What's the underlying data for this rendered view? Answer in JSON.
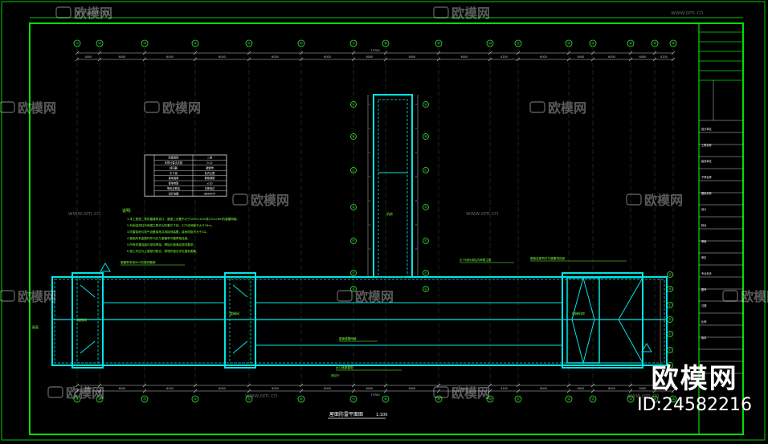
{
  "drawing": {
    "title": "屋面防雷平面图",
    "scale": "1:100",
    "overall_dim": "73700",
    "top_dims": [
      "4000",
      "6000",
      "6000",
      "6000",
      "6000",
      "6000",
      "6000",
      "6000",
      "6000",
      "4200",
      "6000",
      "6000",
      "6000",
      "6000",
      "4200"
    ],
    "grid_axes": [
      "①",
      "②",
      "③",
      "④",
      "⑤",
      "⑥",
      "⑦",
      "⑧",
      "⑨",
      "⑩",
      "⑪",
      "⑫",
      "⑬",
      "⑭",
      "⑮",
      "⑯"
    ],
    "row_axes": [
      "Ⓐ",
      "Ⓑ",
      "Ⓒ",
      "Ⓓ",
      "Ⓔ",
      "Ⓕ",
      "Ⓖ"
    ],
    "notes_heading": "说明:",
    "notes": [
      "1.本工程按二类防雷建筑设计，屋面上设置不大于10m×10m或12m×8m的避雷网格。",
      "2.利用结构柱内两根主筋作为防雷引下线，引下线间距不大于18m。",
      "3.防雷接地与电气设备接地共用接地装置，接地电阻不大于1Ω。",
      "4.屋面所有金属构件均应与避雷带可靠焊接连接。",
      "5.所有防雷连接均采用焊接，焊接长度满足规范要求。",
      "6.施工时应与土建密切配合，预埋件做法详见国标图集。"
    ],
    "table_rows": [
      [
        "防雷类别",
        "二类"
      ],
      [
        "年预计雷击次数",
        "0.12"
      ],
      [
        "接闪器",
        "避雷带"
      ],
      [
        "引下线",
        "柱内主筋"
      ],
      [
        "接地装置",
        "基础钢筋"
      ],
      [
        "接地电阻",
        "≤1Ω"
      ],
      [
        "等电位联结",
        "总等电位"
      ],
      [
        "设计依据",
        "GB50057"
      ]
    ],
    "annotations": [
      "避雷带采用Φ10热镀锌圆钢",
      "引下线利用柱内两根主筋",
      "屋面避雷网格",
      "屋面金属构件与避雷带连接",
      "女儿墙避雷带",
      "测试卡"
    ],
    "room_labels": [
      "机房",
      "楼梯间",
      "楼梯间",
      "电梯机房"
    ],
    "side_label": "屋面"
  },
  "watermarks": {
    "text": "欧模网",
    "url": "www.om.cn"
  },
  "title_block": {
    "rows": [
      "设计单位",
      "工程名称",
      "建设单位",
      "子项名称",
      "图纸名称",
      "设计",
      "校对",
      "审核",
      "审定",
      "专业负责",
      "图号",
      "日期",
      "比例",
      "版本"
    ]
  },
  "brand": {
    "name": "欧模网",
    "id": "ID:24582216"
  },
  "colors": {
    "background": "#000000",
    "frame": "#00e000",
    "outline": "#00e5e5",
    "dim": "#c8c8c8",
    "axis": "#3de33d",
    "note": "#7cff3c",
    "table": "#ffffff",
    "watermark": "#ffffff"
  }
}
